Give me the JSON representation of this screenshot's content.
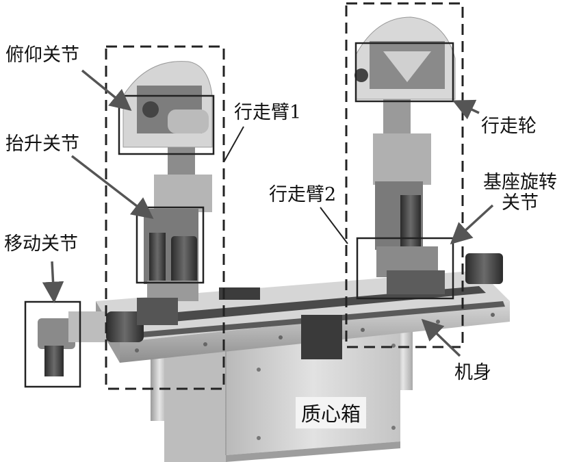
{
  "labels": {
    "pitch_joint": "俯仰关节",
    "walking_arm_1": "行走臂1",
    "lift_joint": "抬升关节",
    "walking_arm_2": "行走臂2",
    "walking_wheel": "行走轮",
    "base_rotation_joint_line1": "基座旋转",
    "base_rotation_joint_line2": "关节",
    "moving_joint": "移动关节",
    "body": "机身",
    "mass_center_box": "质心箱"
  }
}
